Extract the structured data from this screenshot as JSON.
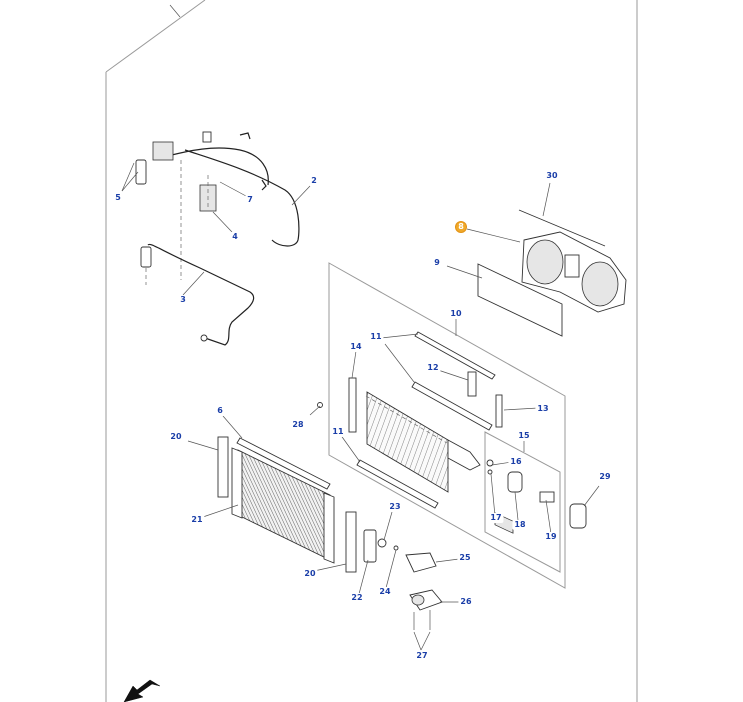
{
  "diagram": {
    "highlight_color": "#f0a92a",
    "callout_color": "#1a3ea8",
    "callouts": [
      {
        "label": "2"
      },
      {
        "label": "3"
      },
      {
        "label": "4"
      },
      {
        "label": "5"
      },
      {
        "label": "6"
      },
      {
        "label": "7"
      },
      {
        "label": "9"
      },
      {
        "label": "10"
      },
      {
        "label": "11"
      },
      {
        "label": "11"
      },
      {
        "label": "12"
      },
      {
        "label": "13"
      },
      {
        "label": "14"
      },
      {
        "label": "15"
      },
      {
        "label": "16"
      },
      {
        "label": "17"
      },
      {
        "label": "18"
      },
      {
        "label": "19"
      },
      {
        "label": "20"
      },
      {
        "label": "20"
      },
      {
        "label": "21"
      },
      {
        "label": "22"
      },
      {
        "label": "23"
      },
      {
        "label": "24"
      },
      {
        "label": "25"
      },
      {
        "label": "26"
      },
      {
        "label": "27"
      },
      {
        "label": "28"
      },
      {
        "label": "29"
      },
      {
        "label": "30"
      },
      {
        "label": "8",
        "highlighted": true
      }
    ],
    "direction_arrow": "front-arrow-icon"
  }
}
